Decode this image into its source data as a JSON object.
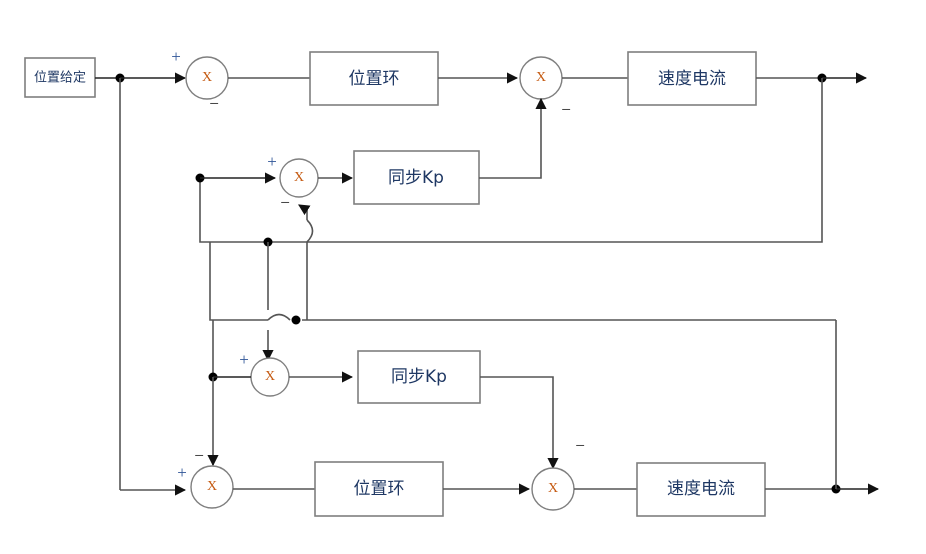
{
  "diagram": {
    "title": "dual-axis synchronous position control block diagram",
    "colors": {
      "wire": "#555555",
      "wire_dark": "#222222",
      "box_border": "#7f7f7f",
      "block_text": "#1f3864",
      "sum_text": "#c55a11",
      "sign_text": "#2f5597",
      "background": "#ffffff"
    },
    "blocks": [
      {
        "id": "ref",
        "label": "位置给定"
      },
      {
        "id": "pos_loop_top",
        "label": "位置环"
      },
      {
        "id": "speed_cur_top",
        "label": "速度电流"
      },
      {
        "id": "sync_kp_top",
        "label": "同步Kp"
      },
      {
        "id": "sync_kp_bot",
        "label": "同步Kp"
      },
      {
        "id": "pos_loop_bot",
        "label": "位置环"
      },
      {
        "id": "speed_cur_bot",
        "label": "速度电流"
      }
    ],
    "summers": [
      {
        "id": "sum-top-1",
        "label": "X",
        "signs": {
          "in_left": "+",
          "in_bottom": "−"
        }
      },
      {
        "id": "sum-top-2",
        "label": "X",
        "signs": {
          "in_bottom": "−"
        }
      },
      {
        "id": "sum-sync-top",
        "label": "X",
        "signs": {
          "in_left": "+",
          "in_bottom": "−"
        }
      },
      {
        "id": "sum-sync-bot",
        "label": "X",
        "signs": {
          "in_left": "+"
        }
      },
      {
        "id": "sum-bot-1",
        "label": "X",
        "signs": {
          "in_left": "+",
          "in_top": "−"
        }
      },
      {
        "id": "sum-bot-2",
        "label": "X",
        "signs": {
          "in_top": "−"
        }
      }
    ]
  }
}
